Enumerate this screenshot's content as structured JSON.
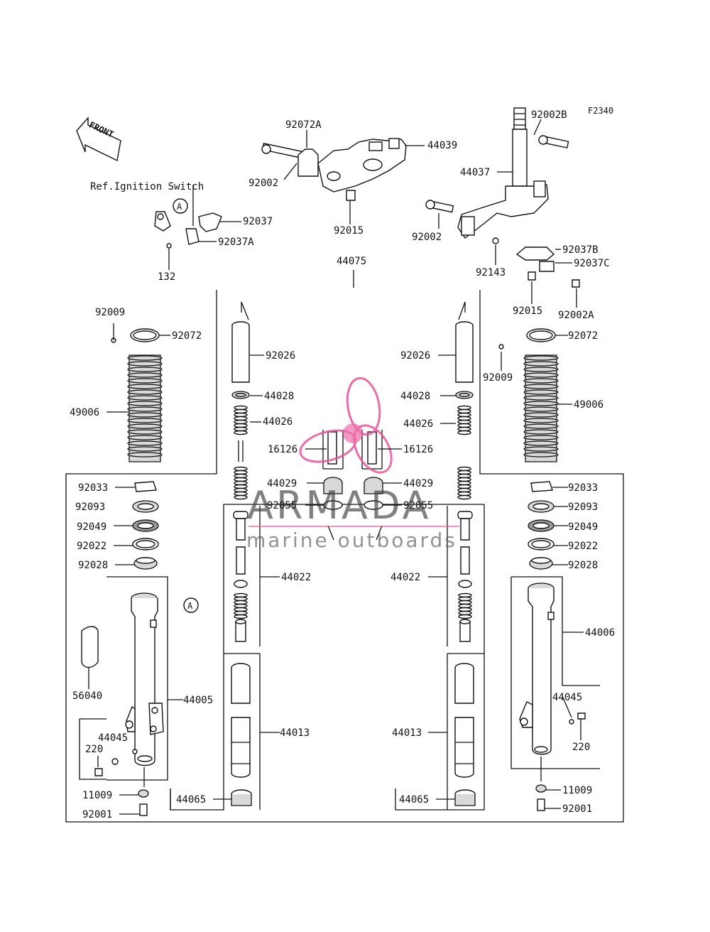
{
  "figure_code": "F2340",
  "front_label": "FRONT",
  "ref_note": "Ref.Ignition Switch",
  "marker_a": "A",
  "watermark": {
    "brand": "ARMADA",
    "tagline": "marine outboards",
    "logo_color": "#e8559a"
  },
  "labels": [
    "92072A",
    "44039",
    "92002",
    "92015",
    "92002B",
    "44037",
    "92002",
    "92037B",
    "92037C",
    "92143",
    "92015",
    "92002A",
    "92037",
    "92037A",
    "132",
    "44075",
    "92009",
    "92072",
    "49006",
    "92026",
    "44028",
    "44026",
    "16126",
    "44029",
    "92055",
    "92026",
    "44028",
    "44026",
    "16126",
    "44029",
    "92055",
    "92072",
    "92009",
    "49006",
    "92033",
    "92093",
    "92049",
    "92022",
    "92028",
    "92033",
    "92093",
    "92049",
    "92022",
    "92028",
    "44022",
    "44022",
    "44006",
    "56040",
    "44005",
    "44045",
    "220",
    "44013",
    "44013",
    "44045",
    "220",
    "44065",
    "44065",
    "11009",
    "92001",
    "11009",
    "92001"
  ]
}
